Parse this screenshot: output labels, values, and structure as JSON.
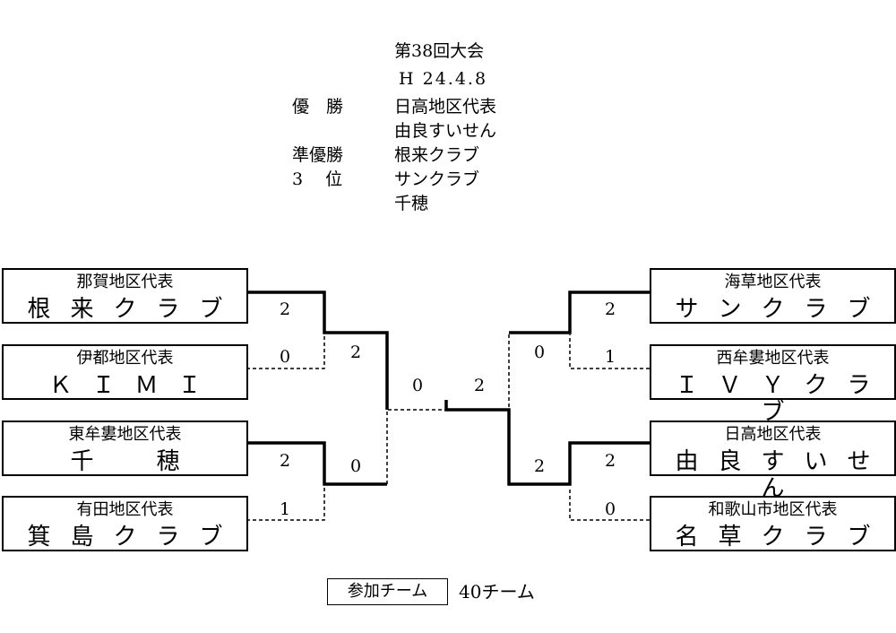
{
  "header": {
    "title": "第38回大会",
    "date": "H 24.4.8",
    "results": [
      {
        "label": "優　勝",
        "value": "日高地区代表"
      },
      {
        "label": "",
        "value": "由良すいせん"
      },
      {
        "label": "準優勝",
        "value": "根来クラブ"
      },
      {
        "label": "3　 位",
        "value": "サンクラブ"
      },
      {
        "label": "",
        "value": "千穂"
      }
    ]
  },
  "left": [
    {
      "region": "那賀地区代表",
      "team": "根来クラブ",
      "score": "2"
    },
    {
      "region": "伊都地区代表",
      "team": "ＫＩＭＩ",
      "score": "0"
    },
    {
      "region": "東牟婁地区代表",
      "team": "千　穂",
      "score": "2"
    },
    {
      "region": "有田地区代表",
      "team": "箕島クラブ",
      "score": "1"
    }
  ],
  "right": [
    {
      "region": "海草地区代表",
      "team": "サンクラブ",
      "score": "2"
    },
    {
      "region": "西牟婁地区代表",
      "team": "ＩＶＹクラブ",
      "score": "1"
    },
    {
      "region": "日高地区代表",
      "team": "由良すいせん",
      "score": "2"
    },
    {
      "region": "和歌山市地区代表",
      "team": "名草クラブ",
      "score": "0"
    }
  ],
  "semis": {
    "left_top": "2",
    "left_bottom": "0",
    "right_top": "0",
    "right_bottom": "2"
  },
  "final": {
    "left": "0",
    "right": "2"
  },
  "participants": {
    "label": "参加チーム",
    "value": "40チーム"
  }
}
